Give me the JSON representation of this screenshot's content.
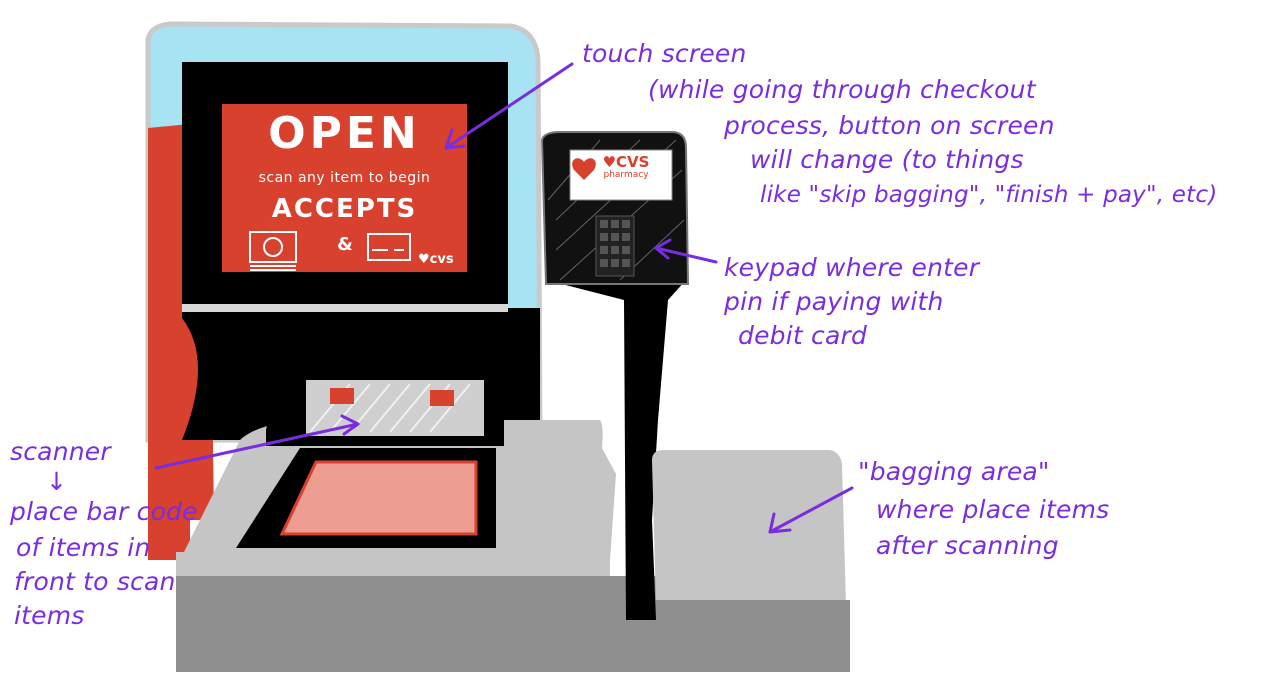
{
  "kiosk_screen": {
    "headline": "OPEN",
    "subtitle": "scan any item to begin",
    "accepts": "ACCEPTS",
    "ampersand": "&",
    "logo": "♥cvs",
    "icons": [
      "cash-icon",
      "card-icon"
    ]
  },
  "card_reader": {
    "brand": "♥CVS",
    "brand_sub": "pharmacy"
  },
  "annotations": {
    "touch_screen": [
      "touch screen",
      "(while going through checkout",
      "process, button on screen",
      "will change (to things",
      "like \"skip bagging\", \"finish + pay\", etc)"
    ],
    "keypad": [
      "keypad where enter",
      "pin if paying with",
      "debit card"
    ],
    "scanner": [
      "scanner",
      "↓",
      "place bar code",
      "of items in",
      "front to scan",
      "items"
    ],
    "bagging": [
      "\"bagging area\"",
      "where place items",
      "after scanning"
    ]
  },
  "colors": {
    "annotation": "#7a2de0",
    "kiosk_blue": "#a8e3f4",
    "cvs_red": "#d8412e",
    "scanner_glass": "#ee9d92",
    "counter_gray": "#c5c5c5",
    "shadow_gray": "#8f8f8f"
  }
}
